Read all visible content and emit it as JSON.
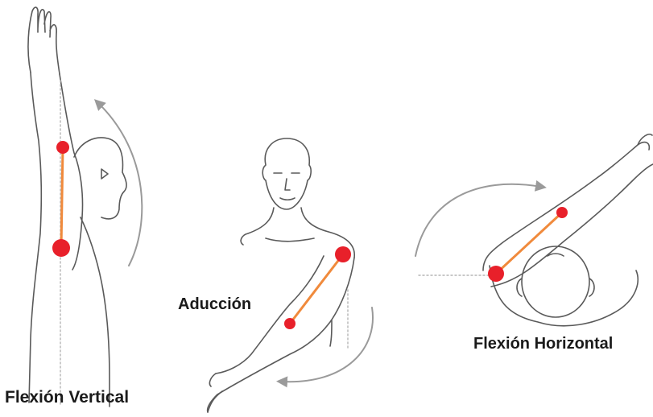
{
  "labels": {
    "vertical": "Flexión Vertical",
    "adduction": "Aducción",
    "horizontal": "Flexión Horizontal"
  },
  "colors": {
    "outline": "#5a5a5a",
    "marker": "#e8202a",
    "segment": "#f08a3c",
    "arrow": "#9a9a9a",
    "reference": "#b5b5b5"
  }
}
